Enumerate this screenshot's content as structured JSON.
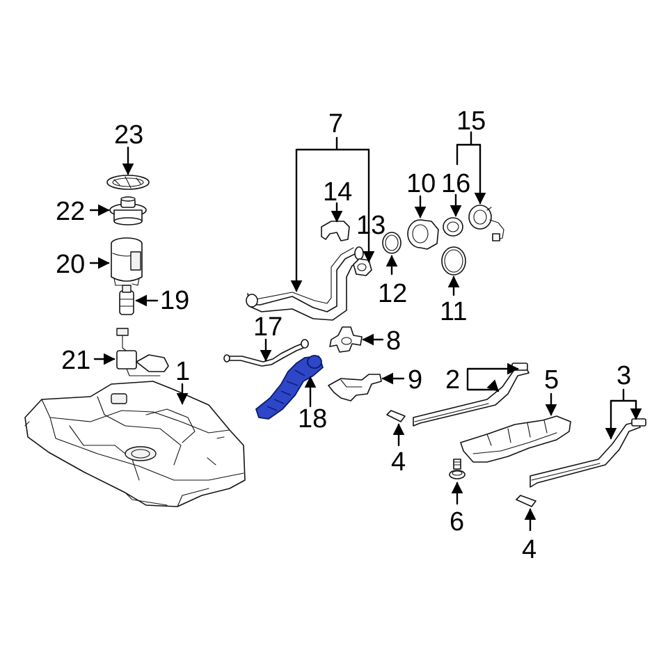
{
  "diagram": {
    "highlight_color": "#2e46c8",
    "callouts": {
      "c1": "1",
      "c2": "2",
      "c3": "3",
      "c4a": "4",
      "c4b": "4",
      "c5": "5",
      "c6": "6",
      "c7": "7",
      "c8": "8",
      "c9": "9",
      "c10": "10",
      "c11": "11",
      "c12": "12",
      "c13": "13",
      "c14": "14",
      "c15": "15",
      "c16": "16",
      "c17": "17",
      "c18": "18",
      "c19": "19",
      "c20": "20",
      "c21": "21",
      "c22": "22",
      "c23": "23"
    }
  }
}
